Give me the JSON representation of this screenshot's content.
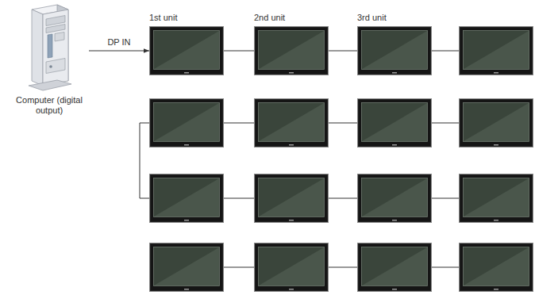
{
  "diagram": {
    "nodes": [
      {
        "text": [
          "Computer (digital output)"
        ]
      },
      {
        "text": [
          "1st unit"
        ]
      },
      {
        "text": [
          "2nd unit"
        ]
      },
      {
        "text": [
          "3rd unit"
        ]
      }
    ],
    "edges": [
      {
        "from": 0,
        "to": 1,
        "arrow": "to",
        "label": "DP IN"
      },
      {
        "from": 1,
        "to": 2,
        "arrow": "none"
      },
      {
        "from": 2,
        "to": 3,
        "arrow": "none"
      }
    ]
  }
}
